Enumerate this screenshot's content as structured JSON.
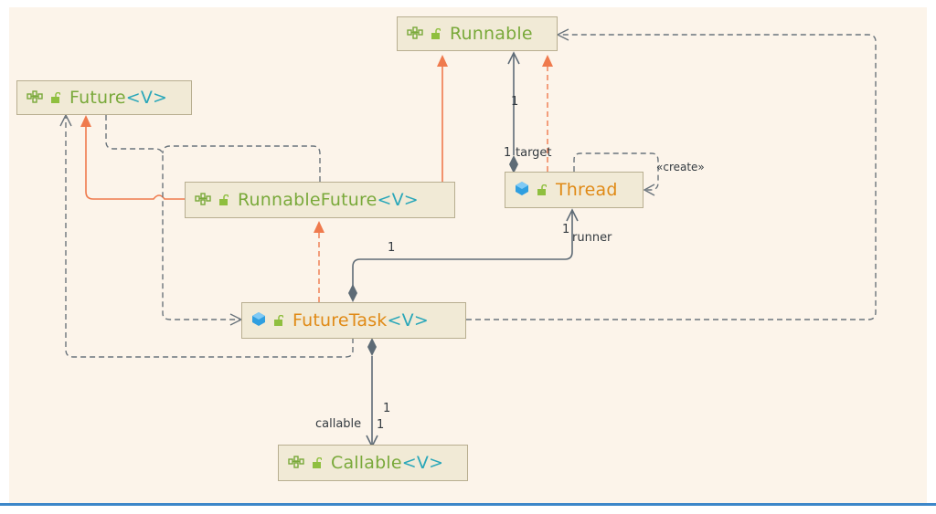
{
  "diagram": {
    "nodes": {
      "runnable": {
        "name": "Runnable",
        "generic": "",
        "kind": "interface"
      },
      "future": {
        "name": "Future",
        "generic": "<V>",
        "kind": "interface"
      },
      "runnable_future": {
        "name": "RunnableFuture",
        "generic": "<V>",
        "kind": "interface"
      },
      "thread": {
        "name": "Thread",
        "generic": "",
        "kind": "class"
      },
      "future_task": {
        "name": "FutureTask",
        "generic": "<V>",
        "kind": "class"
      },
      "callable": {
        "name": "Callable",
        "generic": "<V>",
        "kind": "interface"
      }
    },
    "labels": {
      "target_mult": "1",
      "target_mult_lower": "1",
      "target_role": "target",
      "create_stereotype": "«create»",
      "runner_mult": "1",
      "runner_role": "runner",
      "futuretask_thread_mult": "1",
      "callable_mult_upper": "1",
      "callable_role": "callable",
      "callable_mult_lower": "1"
    },
    "colors": {
      "background": "#fcf4ea",
      "node_fill": "#f1ead6",
      "node_border": "#b8ae90",
      "inheritance_arrow": "#ef7a4d",
      "association": "#5e6b76",
      "dependency": "#6a747c",
      "interface_text": "#79a93a",
      "class_text": "#e08a16",
      "generic_text": "#2aa7b9",
      "bottom_rule": "#3d87c9"
    },
    "icons": {
      "interface": "interface-icon",
      "class": "class-icon",
      "access": "unlocked-icon"
    }
  }
}
